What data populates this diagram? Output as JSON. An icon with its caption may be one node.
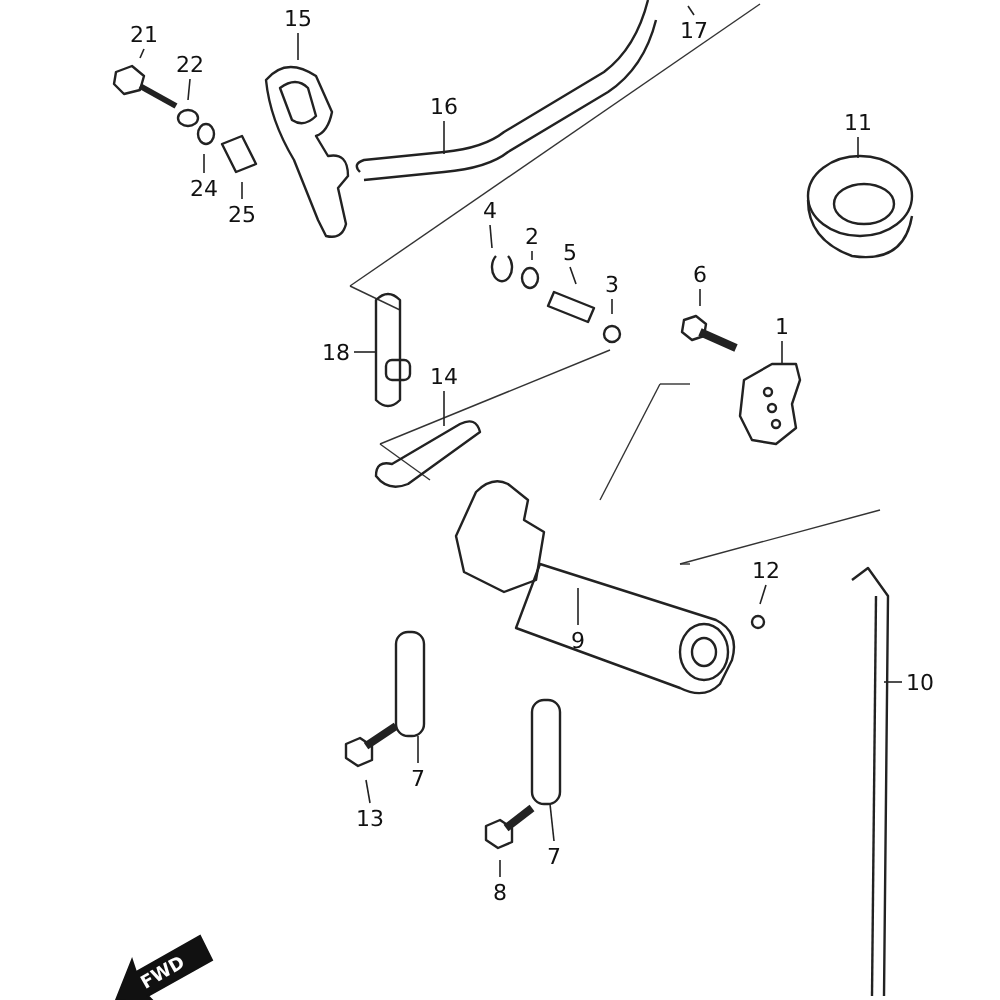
{
  "diagram": {
    "nodes": [
      {
        "text": [
          "17"
        ]
      },
      {
        "text": [
          "15"
        ]
      },
      {
        "text": [
          "21"
        ]
      },
      {
        "text": [
          "22"
        ]
      },
      {
        "text": [
          "16"
        ]
      },
      {
        "text": [
          "11"
        ]
      },
      {
        "text": [
          "24"
        ]
      },
      {
        "text": [
          "25"
        ]
      },
      {
        "text": [
          "4"
        ]
      },
      {
        "text": [
          "2"
        ]
      },
      {
        "text": [
          "5"
        ]
      },
      {
        "text": [
          "3"
        ]
      },
      {
        "text": [
          "6"
        ]
      },
      {
        "text": [
          "1"
        ]
      },
      {
        "text": [
          "18"
        ]
      },
      {
        "text": [
          "14"
        ]
      },
      {
        "text": [
          "12"
        ]
      },
      {
        "text": [
          "9"
        ]
      },
      {
        "text": [
          "10"
        ]
      },
      {
        "text": [
          "7"
        ]
      },
      {
        "text": [
          "13"
        ]
      },
      {
        "text": [
          "7"
        ]
      },
      {
        "text": [
          "8"
        ]
      }
    ],
    "edges": [
      {
        "from": 0,
        "to": null,
        "arrow": "none"
      },
      {
        "from": 1,
        "to": null,
        "arrow": "none"
      },
      {
        "from": 2,
        "to": null,
        "arrow": "none"
      },
      {
        "from": 3,
        "to": null,
        "arrow": "none"
      },
      {
        "from": 4,
        "to": null,
        "arrow": "none"
      },
      {
        "from": 5,
        "to": null,
        "arrow": "none"
      },
      {
        "from": 6,
        "to": null,
        "arrow": "none"
      },
      {
        "from": 7,
        "to": null,
        "arrow": "none"
      },
      {
        "from": 8,
        "to": null,
        "arrow": "none"
      },
      {
        "from": 9,
        "to": null,
        "arrow": "none"
      },
      {
        "from": 10,
        "to": null,
        "arrow": "none"
      },
      {
        "from": 11,
        "to": null,
        "arrow": "none"
      },
      {
        "from": 12,
        "to": null,
        "arrow": "none"
      },
      {
        "from": 13,
        "to": null,
        "arrow": "none"
      },
      {
        "from": 14,
        "to": null,
        "arrow": "none"
      },
      {
        "from": 15,
        "to": null,
        "arrow": "none"
      },
      {
        "from": 16,
        "to": null,
        "arrow": "none"
      },
      {
        "from": 17,
        "to": null,
        "arrow": "none"
      },
      {
        "from": 18,
        "to": null,
        "arrow": "none"
      },
      {
        "from": 19,
        "to": null,
        "arrow": "none"
      },
      {
        "from": 20,
        "to": null,
        "arrow": "none"
      },
      {
        "from": 21,
        "to": null,
        "arrow": "none"
      },
      {
        "from": 22,
        "to": null,
        "arrow": "none"
      }
    ],
    "labels": [
      "FWD"
    ]
  }
}
